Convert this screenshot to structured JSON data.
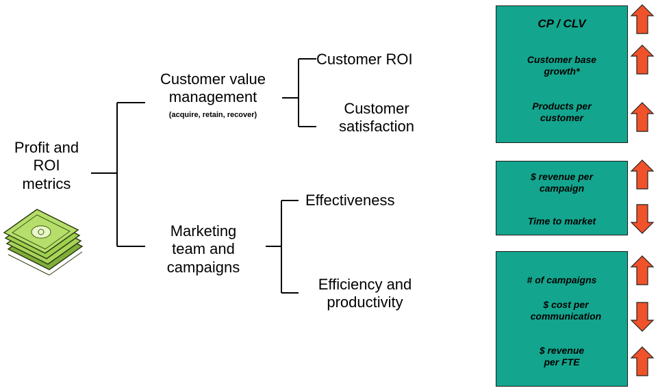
{
  "tree": {
    "root": {
      "line1": "Profit and",
      "line2": "ROI",
      "line3": "metrics"
    },
    "customer_value": {
      "line1": "Customer value",
      "line2": "management",
      "sub": "(acquire, retain, recover)",
      "children": [
        {
          "line1": "Customer ROI"
        },
        {
          "line1": "Customer",
          "line2": "satisfaction"
        }
      ]
    },
    "marketing": {
      "line1": "Marketing",
      "line2": "team and",
      "line3": "campaigns",
      "children": [
        {
          "line1": "Effectiveness"
        },
        {
          "line1": "Efficiency and",
          "line2": "productivity"
        }
      ]
    }
  },
  "metric_boxes": [
    {
      "metrics": [
        {
          "line1": "CP / CLV",
          "arrow": "up"
        },
        {
          "line1": "Customer base",
          "line2": "growth*",
          "arrow": "up"
        },
        {
          "line1": "Products per",
          "line2": "customer",
          "arrow": "up"
        }
      ]
    },
    {
      "metrics": [
        {
          "line1": "$ revenue per",
          "line2": "campaign",
          "arrow": "up"
        },
        {
          "line1": "Time to market",
          "arrow": "down"
        }
      ]
    },
    {
      "metrics": [
        {
          "line1": "# of campaigns",
          "arrow": "up"
        },
        {
          "line1": "$ cost per",
          "line2": "communication",
          "arrow": "down"
        },
        {
          "line1": "$ revenue",
          "line2": "per FTE",
          "arrow": "up"
        }
      ]
    }
  ],
  "colors": {
    "box_fill": "#14a58e",
    "arrow_fill": "#f0522a",
    "money_green": "#9fcf4f"
  },
  "icons": {
    "money": "money-stack-icon",
    "up": "arrow-up-icon",
    "down": "arrow-down-icon"
  }
}
